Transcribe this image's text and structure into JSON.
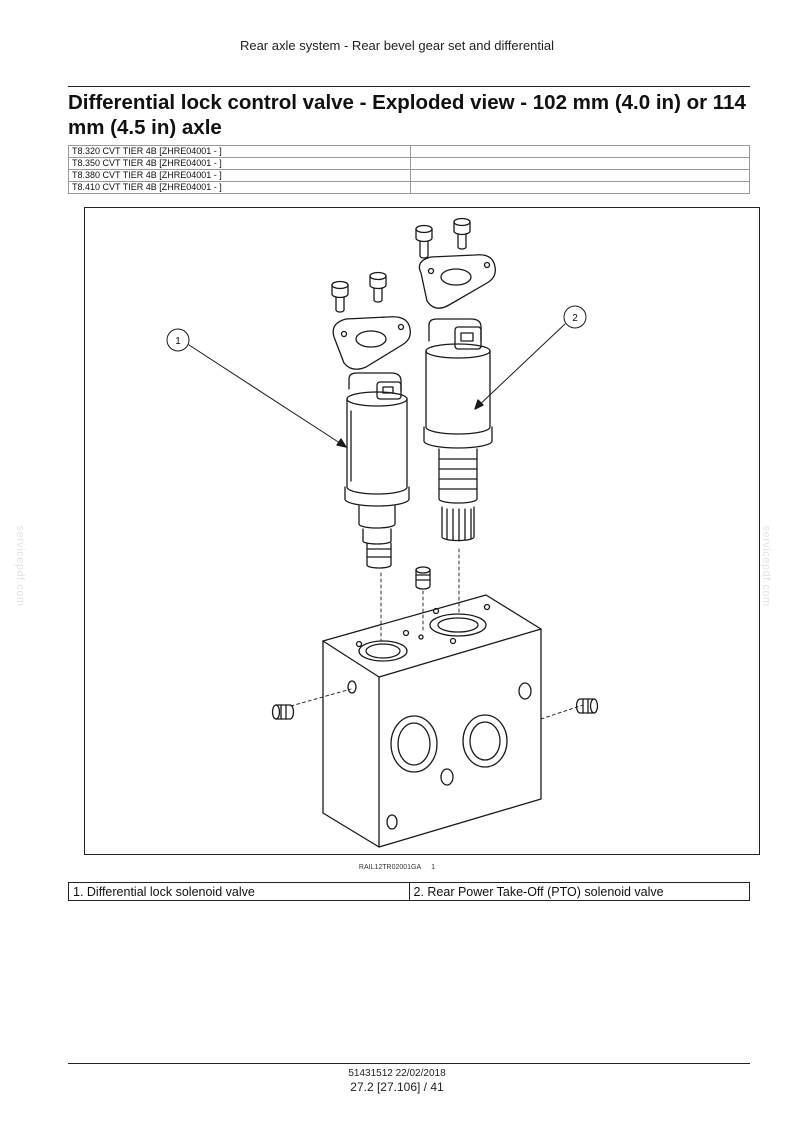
{
  "header": {
    "section_title": "Rear axle system - Rear bevel gear set and differential"
  },
  "title": "Differential lock control valve - Exploded view - 102 mm (4.0 in) or 114 mm (4.5 in) axle",
  "models": [
    "T8.320 CVT TIER 4B [ZHRE04001 - ]",
    "T8.350 CVT TIER 4B [ZHRE04001 - ]",
    "T8.380 CVT TIER 4B [ZHRE04001 - ]",
    "T8.410 CVT TIER 4B [ZHRE04001 - ]"
  ],
  "figure": {
    "callouts": [
      "1",
      "2"
    ],
    "reference": "RAIL12TR02001GA",
    "number": "1"
  },
  "legend": [
    "1. Differential lock solenoid valve",
    "2. Rear Power Take-Off (PTO) solenoid valve"
  ],
  "footer": {
    "doc_number": "51431512 22/02/2018",
    "page": "27.2 [27.106] / 41"
  },
  "watermark": "servicepdf.com"
}
